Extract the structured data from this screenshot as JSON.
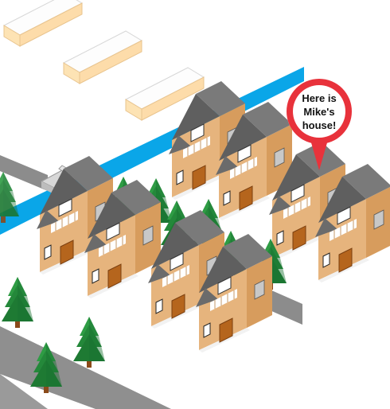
{
  "callout": {
    "line1": "Here is",
    "line2": "Mike's",
    "line3": "house!"
  },
  "colors": {
    "background": "#ffffff",
    "river": "#0aa6e8",
    "road": "#8c8c8c",
    "block_top": "#fdfdfd",
    "block_side": "#fde3b4",
    "wall": "#e6b47d",
    "roof": "#6b6b6b",
    "door": "#b5651d",
    "tree": "#1f8a35",
    "callout_fill": "#e8323b"
  },
  "icons": [
    "house-icon",
    "tree-icon",
    "map-pin-icon",
    "bridge-icon"
  ]
}
